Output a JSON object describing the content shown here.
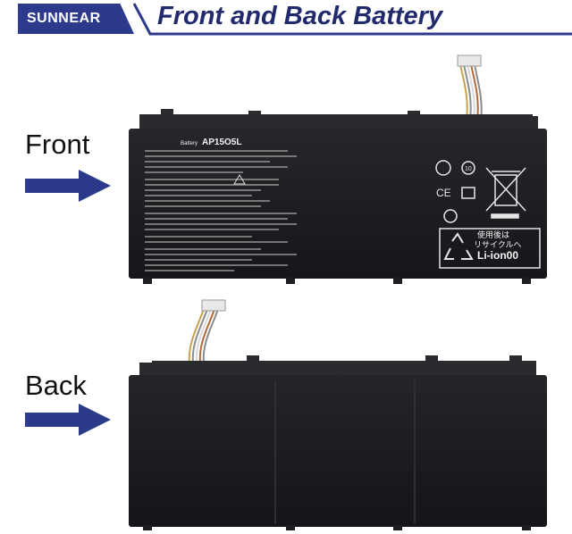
{
  "header": {
    "brand": "SUNNEAR",
    "title": "Front and Back Battery",
    "accent_color": "#2d3a8c",
    "title_color": "#222a6e"
  },
  "front": {
    "label": "Front",
    "arrow_color": "#2d3a8c",
    "model_prefix": "Battery",
    "model": "AP15O5L",
    "recycle_box": {
      "line1": "使用後は",
      "line2": "リサイクルへ",
      "chemistry": "Li-ion00"
    },
    "icons": [
      "certification-mark-icon",
      "recycle-10-icon",
      "ce-mark-icon",
      "crossed-bin-icon",
      "lab-mark-icon",
      "no-disassemble-icon",
      "warning-triangle-icon",
      "recycle-arrows-icon"
    ]
  },
  "back": {
    "label": "Back",
    "arrow_color": "#2d3a8c"
  },
  "colors": {
    "battery_body": "#1c1d20",
    "battery_edge": "#2a2b2f",
    "wire_colors": [
      "#c9a24a",
      "#8c8c8c",
      "#d9d9d9",
      "#b06a3a"
    ]
  }
}
